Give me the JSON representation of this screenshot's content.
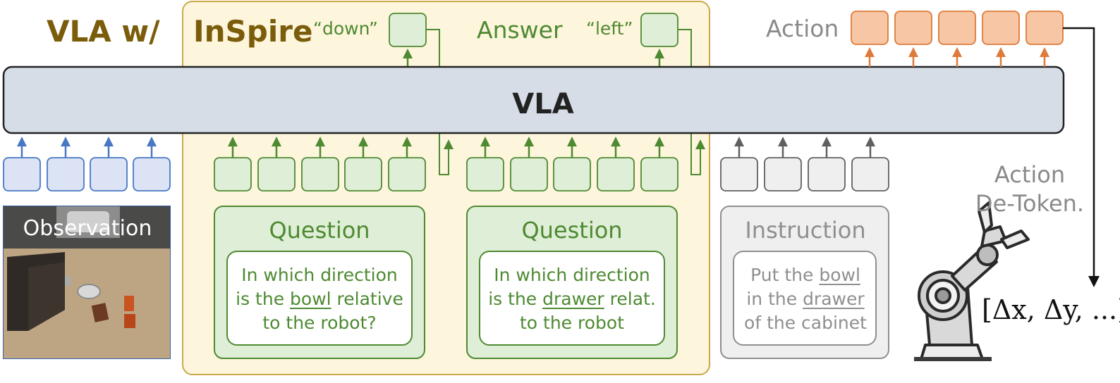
{
  "title": {
    "vla": "VLA  w/",
    "inspire": "InSpire"
  },
  "answers": {
    "first": "“down”",
    "second": "“left”",
    "label": "Answer"
  },
  "action_label": "Action",
  "main_model": "VLA",
  "observation_label": "Observation",
  "questions": [
    {
      "title": "Question",
      "line1": "In which direction",
      "line2_pre": "is the ",
      "line2_u": "bowl",
      "line2_post": " relative",
      "line3": "to the robot?"
    },
    {
      "title": "Question",
      "line1": "In which direction",
      "line2_pre": "is the ",
      "line2_u": "drawer",
      "line2_post": " relat.",
      "line3": "to the robot"
    }
  ],
  "instruction": {
    "title": "Instruction",
    "line1_pre": "Put the ",
    "line1_u": "bowl",
    "line2_pre": "in the ",
    "line2_u": "drawer",
    "line3": "of the cabinet"
  },
  "detokenizer": {
    "line1": "Action",
    "line2": "De-Token."
  },
  "output_vector": "[Δx,  Δy, ...]",
  "colors": {
    "vla_title": "#7a5c0a",
    "inspire_bg": "#fdf5dc",
    "inspire_border": "#c9a94a",
    "question_green": "#4e8a32",
    "question_bg": "#dfeed6",
    "obs_token": "#dbe3f4",
    "obs_arrow": "#4a77c4",
    "action_token": "#f7c6a4",
    "action_border": "#de7a3a",
    "instruction_gray": "#8f8f8f",
    "vla_bar": "#d6dde6"
  },
  "icons": [
    "robot-arm-icon",
    "observation-image",
    "arrow-up-icon"
  ]
}
